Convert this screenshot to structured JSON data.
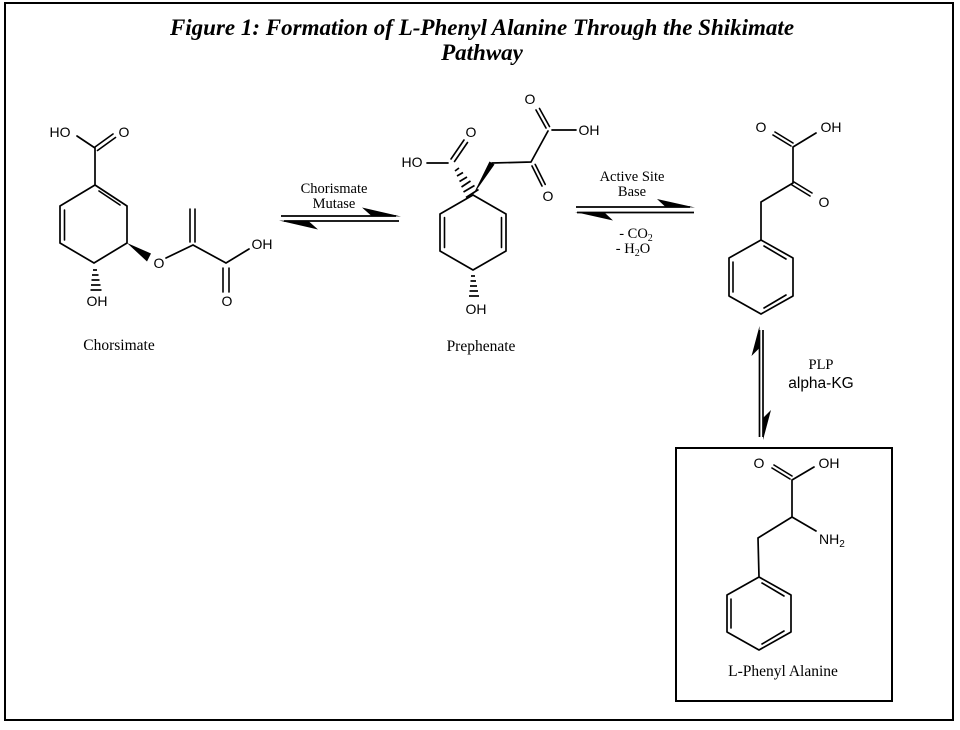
{
  "title": {
    "line1": "Figure 1: Formation of L-Phenyl Alanine Through the Shikimate",
    "line2": "Pathway"
  },
  "mol": {
    "chorismate": {
      "name": "Chorsimate",
      "atoms": {
        "ho": "HO",
        "o_carbonyl": "O",
        "o_ether": "O",
        "oh_ring": "OH",
        "oh_acid": "OH",
        "o_acid": "O"
      }
    },
    "prephenate": {
      "name": "Prephenate",
      "atoms": {
        "ho": "HO",
        "o_left": "O",
        "o_top": "O",
        "oh_top": "OH",
        "o_keto": "O",
        "oh_bottom": "OH"
      }
    },
    "phenylpyruvate": {
      "atoms": {
        "o_acid": "O",
        "oh_acid": "OH",
        "o_keto": "O"
      }
    },
    "phenylalanine": {
      "name": "L-Phenyl Alanine",
      "atoms": {
        "o_acid": "O",
        "oh_acid": "OH",
        "nh": "NH",
        "nh_sub": "2"
      }
    }
  },
  "rx": {
    "step1": {
      "line1": "Chorismate",
      "line2": "Mutase"
    },
    "step2": {
      "line1": "Active Site",
      "line2": "Base",
      "co2_main": "- CO",
      "co2_sub": "2",
      "h2o_a": "- H",
      "h2o_sub": "2",
      "h2o_b": "O"
    },
    "step3": {
      "plp": "PLP",
      "alphakg": "alpha-KG"
    }
  },
  "colors": {
    "ink": "#000000",
    "background": "#ffffff"
  }
}
